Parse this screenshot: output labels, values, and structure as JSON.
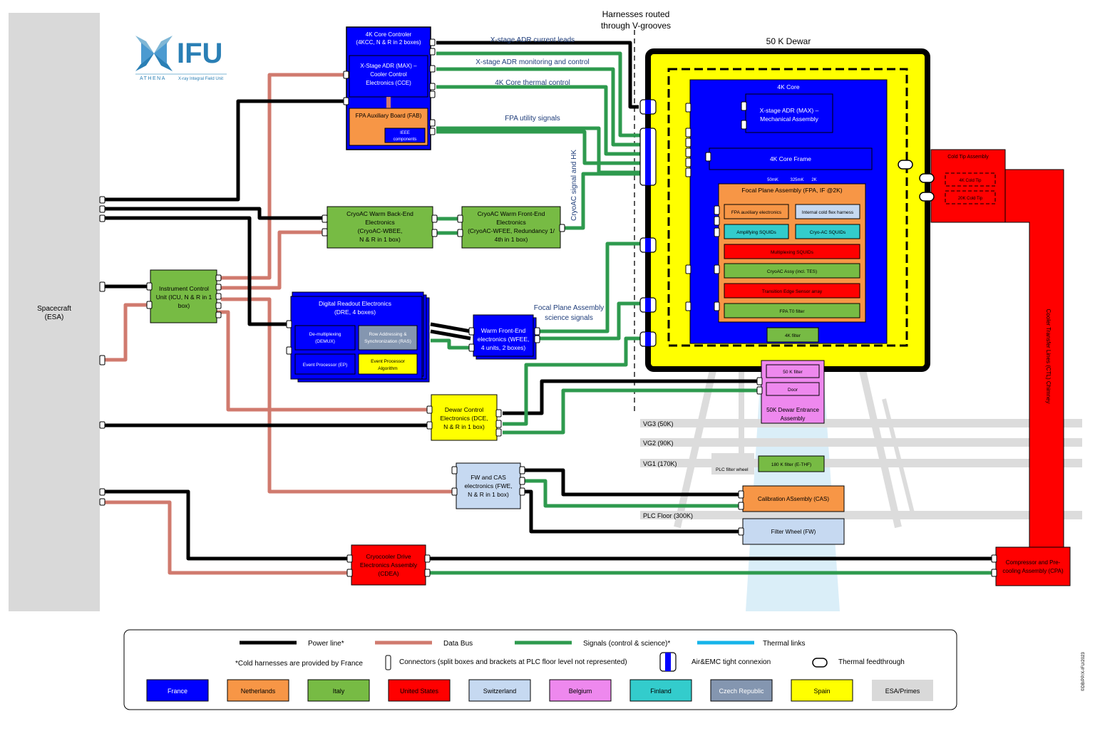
{
  "logo": {
    "main": "IFU",
    "mission": "ATHENA",
    "subtitle": "X-ray Integral Field Unit"
  },
  "spacecraft": {
    "line1": "Spacecraft",
    "line2": "(ESA)"
  },
  "harness_note": {
    "line1": "Harnesses routed",
    "line2": "through V-grooves"
  },
  "dewar_title": "50 K Dewar",
  "core": {
    "title": "4K Core",
    "adr_line1": "X-stage ADR (MAX) –",
    "adr_line2": "Mechanical Assembly",
    "frame": "4K Core Frame",
    "temp_50mk": "50mK",
    "temp_325mk": "325mK",
    "temp_2k": "2K"
  },
  "fpa": {
    "title": "Focal Plane Assembly (FPA, IF @2K)",
    "aux_electronics": "FPA auxiliary electronics",
    "cold_flex": "Internal cold flex harness",
    "amp_squids": "Amplifying SQUIDs",
    "cryoac_squids": "Cryo-AC SQUIDs",
    "mux_squids": "Multiplexing SQUIDs",
    "cryoac_assy": "CryoAC Assy (incl. TES)",
    "tes_array": "Transition Edge Sensor array",
    "t0_filter": "FPA T0 filter"
  },
  "filter_4k": "4K filter",
  "cold_tip": {
    "title": "Cold Tip Assembly",
    "tip4k": "4K Cold Tip",
    "tip20k": "20K Cold Tip"
  },
  "ctl_label": "Cooler Transfer Lines (CTL) Chimney",
  "cpa": {
    "line1": "Compressor and Pre-",
    "line2": "cooling Assembly (CPA)"
  },
  "entrance": {
    "filter": "50 K filter",
    "door": "Door",
    "line1": "50K Dewar Entrance",
    "line2": "Assembly"
  },
  "vgrooves": {
    "vg3": "VG3 (50K)",
    "vg2": "VG2 (90K)",
    "vg1": "VG1 (170K)",
    "plc": "PLC Floor (300K)"
  },
  "plc_filter_wheel": "PLC filter wheel",
  "ethf": "180 K filter (E-THF)",
  "cas": "Calibration ASsembly (CAS)",
  "fw": "Filter Wheel (FW)",
  "kcc": {
    "title1": "4K Core Controler",
    "title2": "(4KCC, N & R in 2 boxes)",
    "cce1": "X-Stage ADR (MAX) –",
    "cce2": "Cooler Control",
    "cce3": "Electronics (CCE)",
    "fab": "FPA Auxiliary Board (FAB)",
    "ieee1": "IEEE",
    "ieee2": "components"
  },
  "signal_labels": {
    "adr_current": "X-stage ADR current leads",
    "adr_monitoring": "X-stage ADR monitoring and control",
    "thermal_control": "4K Core thermal control",
    "fpa_utility": "FPA utility signals",
    "cryoac_hk": "CryoAC signal and HK",
    "fpa_sci1": "Focal Plane Assembly",
    "fpa_sci2": "science signals"
  },
  "wbee": {
    "l1": "CryoAC Warm Back-End",
    "l2": "Electronics",
    "l3": "(CryoAC-WBEE,",
    "l4": "N & R in 1 box)"
  },
  "wfee_cryoac": {
    "l1": "CryoAC Warm Front-End",
    "l2": "Electronics",
    "l3": "(CryoAC-WFEE, Redundancy 1/",
    "l4": "4th in 1 box)"
  },
  "icu": {
    "l1": "Instrument Control",
    "l2": "Unit (ICU, N & R in 1",
    "l3": "box)"
  },
  "dre": {
    "title1": "Digital Readout Electronics",
    "title2": "(DRE, 4 boxes)",
    "demux1": "De-multiplexing",
    "demux2": "(DEMUX)",
    "ras1": "Row Addressing &",
    "ras2": "Synchronization (RAS)",
    "ep": "Event Processor (EP)",
    "epa1": "Event Processor",
    "epa2": "Algorithm"
  },
  "wfee": {
    "l1": "Warm Front-End",
    "l2": "electronics (WFEE,",
    "l3": "4 units, 2 boxes)"
  },
  "dce": {
    "l1": "Dewar Control",
    "l2": "Electronics (DCE,",
    "l3": "N & R in 1 box)"
  },
  "fwe": {
    "l1": "FW and CAS",
    "l2": "electronics (FWE,",
    "l3": "N & R in 1 box)"
  },
  "cdea": {
    "l1": "Cryocooler Drive",
    "l2": "Electronics Assembly",
    "l3": "(CDEA)"
  },
  "legend": {
    "power": "Power line*",
    "databus": "Data Bus",
    "signals": "Signals (control & science)*",
    "thermal": "Thermal links",
    "cold_note": "*Cold harnesses are provided by France",
    "connectors": "Connectors (split boxes and brackets at PLC floor level not represented)",
    "air_emc": "Air&EMC tight connexion",
    "feedthrough": "Thermal feedthrough",
    "countries": [
      {
        "name": "France",
        "color": "#0000ff",
        "text": "#ffffff"
      },
      {
        "name": "Netherlands",
        "color": "#f79646",
        "text": "#000000"
      },
      {
        "name": "Italy",
        "color": "#77bb44",
        "text": "#000000"
      },
      {
        "name": "United States",
        "color": "#ff0000",
        "text": "#000000"
      },
      {
        "name": "Switzerland",
        "color": "#c6d9f1",
        "text": "#000000"
      },
      {
        "name": "Belgium",
        "color": "#ee88ee",
        "text": "#000000"
      },
      {
        "name": "Finland",
        "color": "#33cccc",
        "text": "#000000"
      },
      {
        "name": "Czech Republic",
        "color": "#8496b0",
        "text": "#ffffff"
      },
      {
        "name": "Spain",
        "color": "#ffff00",
        "text": "#000000"
      },
      {
        "name": "ESA/Primes",
        "color": "#d9d9d9",
        "text": "#000000"
      }
    ]
  },
  "copyright": "©DB/PP/X-IFU/2023",
  "colors": {
    "power": "#000000",
    "databus": "#d07a6e",
    "signal": "#2e9a4e",
    "thermal": "#16b4ea",
    "france": "#0000ff",
    "netherlands": "#f79646",
    "italy": "#77bb44",
    "usa": "#ff0000",
    "switzerland": "#c6d9f1",
    "belgium": "#ee88ee",
    "finland": "#33cccc",
    "czech": "#8496b0",
    "spain": "#ffff00",
    "esa": "#d9d9d9"
  }
}
